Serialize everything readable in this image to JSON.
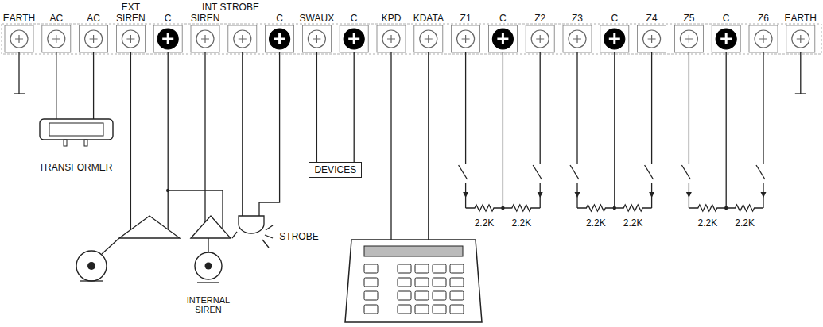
{
  "diagram": {
    "nodes": [
      {
        "text": [
          "TRANSFORMER"
        ]
      },
      {
        "text": [
          "DEVICES"
        ]
      }
    ],
    "labels": [
      "EXT",
      "INT STROBE",
      "EARTH",
      "AC",
      "AC",
      "SIREN",
      "C",
      "SIREN",
      "C",
      "SWAUX",
      "C",
      "KPD",
      "KDATA",
      "Z1",
      "C",
      "Z2",
      "Z3",
      "C",
      "Z4",
      "Z5",
      "C",
      "Z6",
      "EARTH",
      "STROBE",
      "INTERNAL SIREN",
      "2.2K",
      "2.2K",
      "2.2K",
      "2.2K",
      "2.2K",
      "2.2K"
    ]
  }
}
